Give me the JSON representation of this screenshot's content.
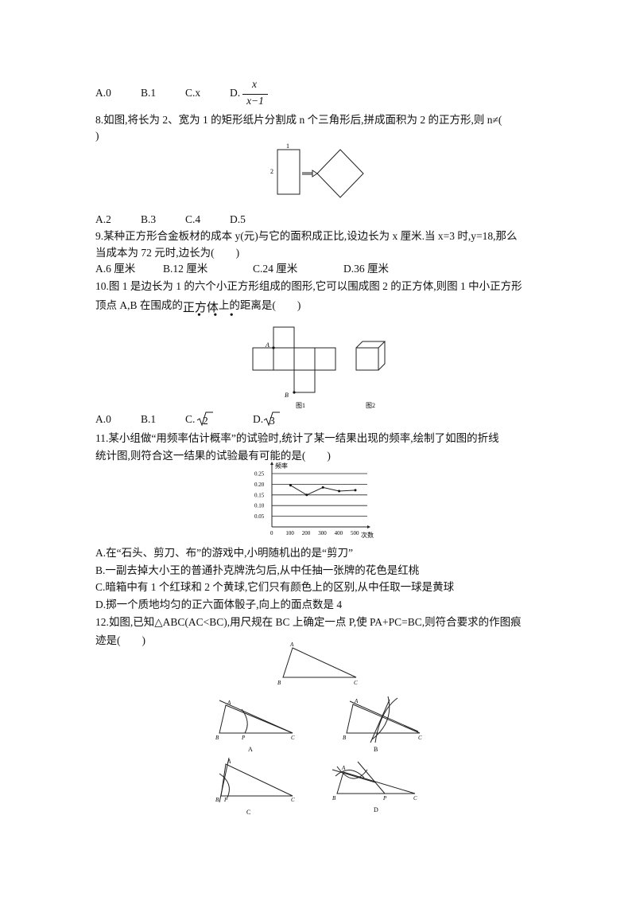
{
  "q7": {
    "options": [
      "A.0",
      "B.1",
      "C.x",
      "D."
    ],
    "frac_num": "x",
    "frac_den": "x−1"
  },
  "q8": {
    "line1": "8.如图,将长为 2、宽为 1 的矩形纸片分割成 n 个三角形后,拼成面积为 2 的正方形,则 n≠(",
    "line2": ")",
    "fig": {
      "width_label": "1",
      "height_label": "2"
    },
    "options": [
      "A.2",
      "B.3",
      "C.4",
      "D.5"
    ]
  },
  "q9": {
    "line1": "9.某种正方形合金板材的成本 y(元)与它的面积成正比,设边长为 x 厘米.当 x=3 时,y=18,那么",
    "line2": "当成本为 72 元时,边长为(　　)",
    "options": [
      "A.6 厘米",
      "B.12 厘米",
      "C.24 厘米",
      "D.36 厘米"
    ]
  },
  "q10": {
    "line1": "10.图 1 是边长为 1 的六个小正方形组成的图形,它可以围成图 2 的正方体,则图 1 中小正方形",
    "line2_a": "顶点 A,B 在围成的",
    "line2_b": "正方体",
    "line2_c": "上的距离是(　　)",
    "emph": "• • •",
    "fig": {
      "label_a": "A",
      "label_b": "B",
      "cap1": "图1",
      "cap2": "图2"
    },
    "options": [
      "A.0",
      "B.1",
      "C.",
      "D."
    ],
    "sqrt_c": "2",
    "sqrt_d": "3"
  },
  "q11": {
    "line1": "11.某小组做“用频率估计概率”的试验时,统计了某一结果出现的频率,绘制了如图的折线",
    "line2": "统计图,则符合这一结果的试验最有可能的是(　　)",
    "options": [
      "A.在“石头、剪刀、布”的游戏中,小明随机出的是“剪刀”",
      "B.一副去掉大小王的普通扑克牌洗匀后,从中任抽一张牌的花色是红桃",
      "C.暗箱中有 1 个红球和 2 个黄球,它们只有颜色上的区别,从中任取一球是黄球",
      "D.掷一个质地均匀的正六面体骰子,向上的面点数是 4"
    ]
  },
  "chart_data": {
    "type": "line",
    "ylabel": "频率",
    "xlabel": "次数",
    "x": [
      100,
      200,
      300,
      400,
      500
    ],
    "values": [
      0.195,
      0.15,
      0.185,
      0.168,
      0.172
    ],
    "x_ticks": [
      "0",
      "100",
      "200",
      "300",
      "400",
      "500"
    ],
    "y_ticks": [
      "0.05",
      "0.10",
      "0.15",
      "0.20",
      "0.25"
    ],
    "ylim": [
      0,
      0.25
    ],
    "xlim": [
      0,
      500
    ],
    "grid": "horizontal"
  },
  "q12": {
    "line1": "12.如图,已知△ABC(AC<BC),用尺规在 BC 上确定一点 P,使 PA+PC=BC,则符合要求的作图痕",
    "line2": "迹是(　　)",
    "pt": {
      "a": "A",
      "b": "B",
      "c": "C",
      "p": "P"
    },
    "captions": [
      "A",
      "B",
      "C",
      "D"
    ]
  }
}
